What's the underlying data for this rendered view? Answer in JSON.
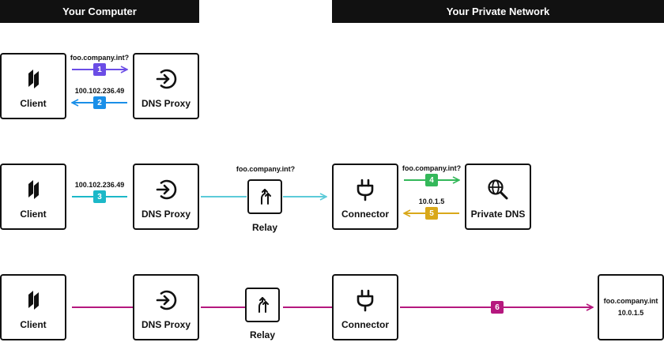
{
  "headers": {
    "left": "Your Computer",
    "right": "Your Private Network"
  },
  "nodes": {
    "client": "Client",
    "dns_proxy": "DNS Proxy",
    "relay": "Relay",
    "connector": "Connector",
    "private_dns": "Private DNS"
  },
  "labels": {
    "query": "foo.company.int?",
    "resolved_ip": "100.102.236.49",
    "private_ip": "10.0.1.5"
  },
  "destination": {
    "host": "foo.company.int",
    "ip": "10.0.1.5"
  },
  "steps": [
    "1",
    "2",
    "3",
    "4",
    "5",
    "6"
  ],
  "colors": {
    "step1": "#6b4de6",
    "step2": "#1a8fe8",
    "step3": "#1cb8c8",
    "step4": "#34b85a",
    "step5": "#d9a81a",
    "step6": "#b5187e",
    "line_relay": "#5ccbd9"
  }
}
